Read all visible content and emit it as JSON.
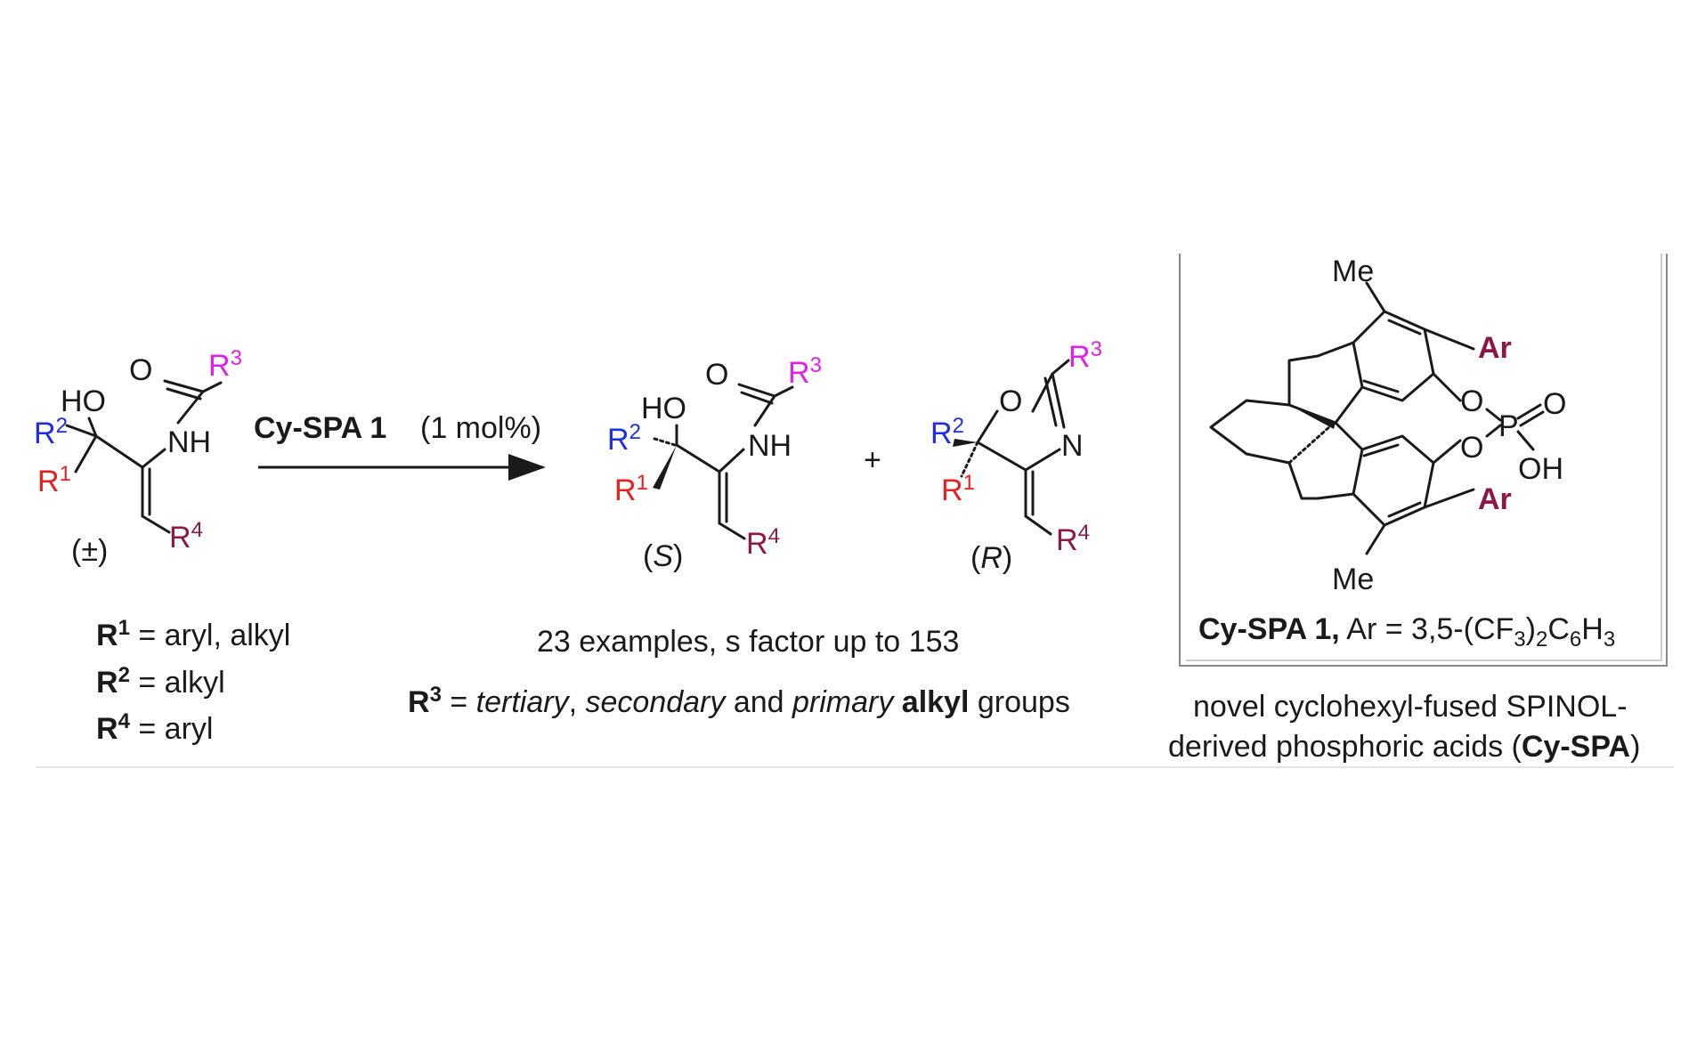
{
  "colors": {
    "r1": "#e8201f",
    "r2": "#1d2fe0",
    "r3": "#e21fe8",
    "r4": "#8c1848",
    "ar": "#8c1848",
    "text": "#1a1a1a",
    "box_border": "#888888"
  },
  "substrate": {
    "oh": "HO",
    "o": "O",
    "nh": "NH",
    "r1": "R",
    "r1_sup": "1",
    "r2": "R",
    "r2_sup": "2",
    "r3": "R",
    "r3_sup": "3",
    "r4": "R",
    "r4_sup": "4",
    "racemic": "(±)"
  },
  "reagent": {
    "catalyst": "Cy-SPA 1",
    "loading": "(1 mol%)"
  },
  "product_s": {
    "oh": "HO",
    "o": "O",
    "nh": "NH",
    "label_open": "(",
    "label_config": "S",
    "label_close": ")"
  },
  "plus": "+",
  "product_r": {
    "o": "O",
    "n": "N",
    "label_open": "(",
    "label_config": "R",
    "label_close": ")"
  },
  "definitions": {
    "r1_def": " = aryl, alkyl",
    "r2_def": " = alkyl",
    "r4_def": " = aryl"
  },
  "summary": {
    "examples": "23 examples, s factor up to 153",
    "r3_prefix": " = ",
    "r3_tertiary": "tertiary",
    "r3_comma": ", ",
    "r3_secondary": "secondary",
    "r3_and": " and ",
    "r3_primary": "primary",
    "r3_alkyl": "alkyl",
    "r3_groups": " groups"
  },
  "catalyst_box": {
    "me": "Me",
    "ar": "Ar",
    "o": "O",
    "p": "P",
    "oh": "OH",
    "caption_bold": "Cy-SPA 1,",
    "caption_rest": " Ar = 3,5-(CF",
    "sub3": "3",
    "paren": ")",
    "sub2": "2",
    "c6": "C",
    "sub6": "6",
    "h3": "H",
    "sub3b": "3"
  },
  "description": {
    "line1": "novel cyclohexyl-fused SPINOL-",
    "line2_a": "derived phosphoric acids (",
    "line2_b": "Cy-SPA",
    "line2_c": ")"
  }
}
